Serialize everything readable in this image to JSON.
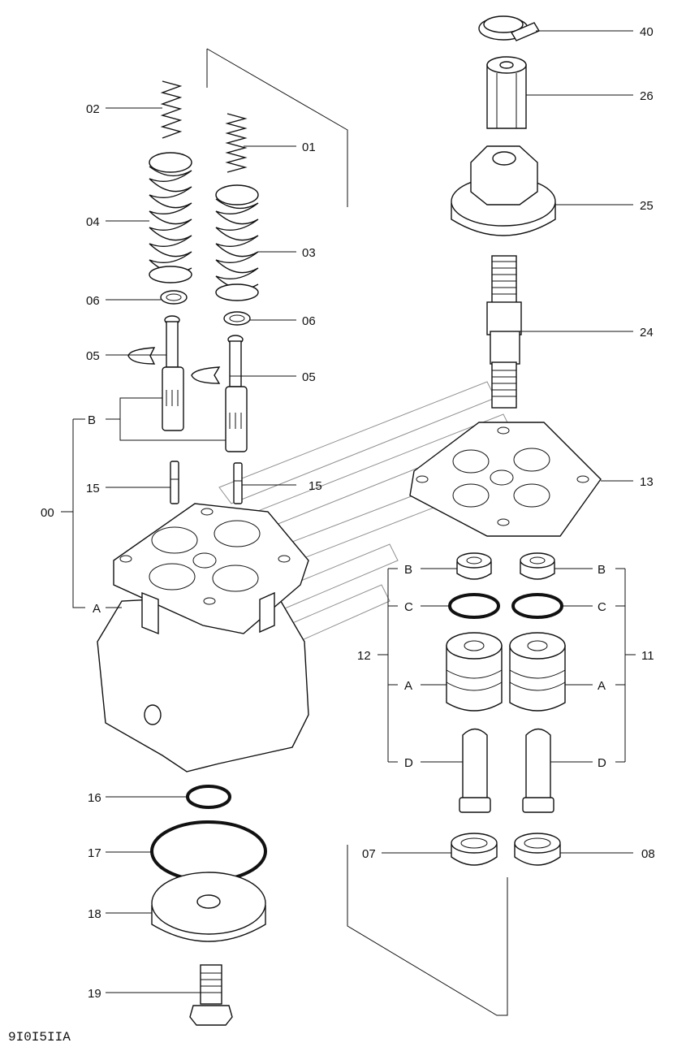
{
  "figure_id": "9I0I5IIA",
  "callouts": {
    "c40": "40",
    "c26": "26",
    "c25": "25",
    "c24": "24",
    "c13": "13",
    "c02": "02",
    "c01": "01",
    "c04": "04",
    "c03": "03",
    "c06a": "06",
    "c06b": "06",
    "c05a": "05",
    "c05b": "05",
    "cB_left": "B",
    "c00": "00",
    "cA_left": "A",
    "c15a": "15",
    "c15b": "15",
    "c12": "12",
    "c11": "11",
    "cB_12": "B",
    "cC_12": "C",
    "cA_12": "A",
    "cD_12": "D",
    "cB_11": "B",
    "cC_11": "C",
    "cA_11": "A",
    "cD_11": "D",
    "c16": "16",
    "c17": "17",
    "c18": "18",
    "c19": "19",
    "c07": "07",
    "c08": "08"
  }
}
